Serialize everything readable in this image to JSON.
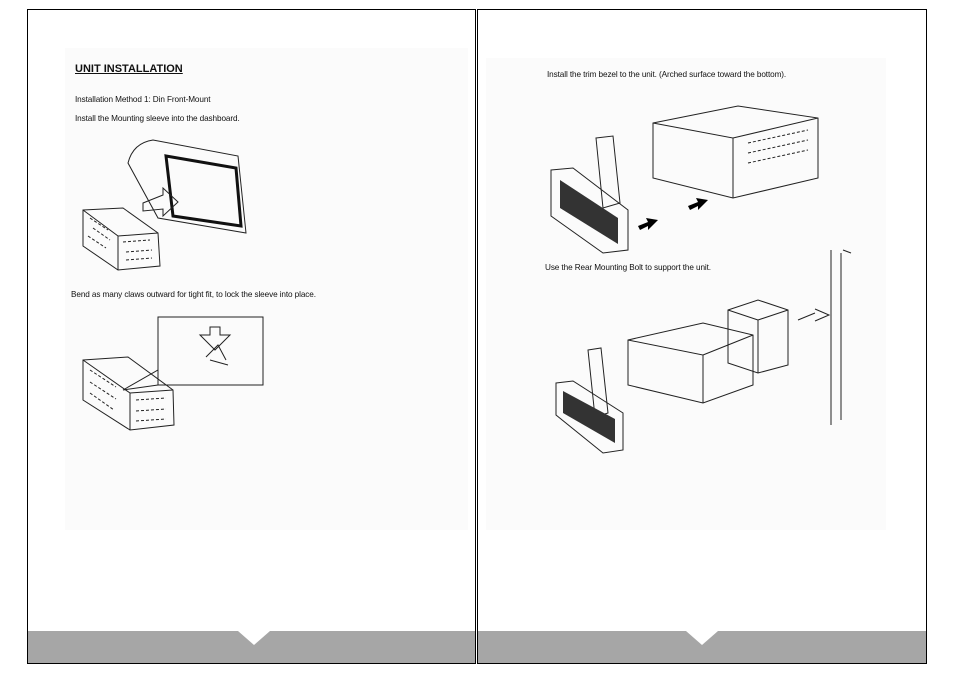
{
  "left_page": {
    "heading": "UNIT INSTALLATION",
    "method": "Installation Method 1:  Din Front-Mount",
    "step1": "Install the Mounting sleeve into the dashboard.",
    "step2": "Bend as many claws outward for tight fit, to lock the sleeve into place."
  },
  "right_page": {
    "step3": "Install the trim bezel to the unit. (Arched surface toward the bottom).",
    "step4": "Use the Rear Mounting Bolt to support the unit."
  },
  "colors": {
    "footer": "#a6a6a6",
    "border": "#000000"
  }
}
